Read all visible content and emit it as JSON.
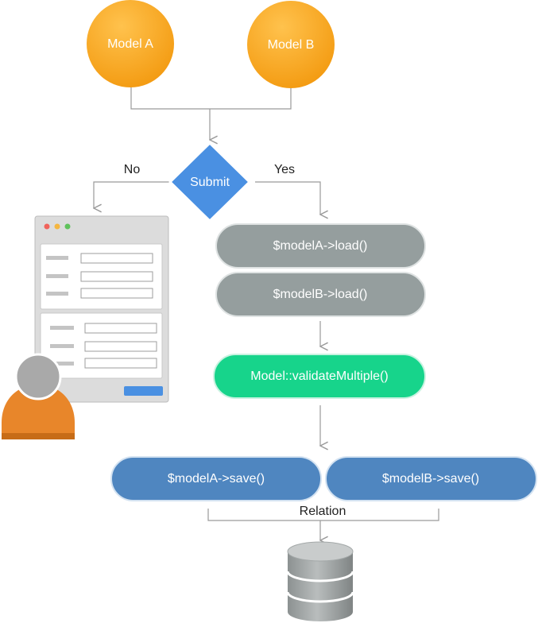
{
  "nodes": {
    "model_a": "Model A",
    "model_b": "Model B",
    "submit": "Submit",
    "load_a": "$modelA->load()",
    "load_b": "$modelB->load()",
    "validate": "Model::validateMultiple()",
    "save_a": "$modelA->save()",
    "save_b": "$modelB->save()"
  },
  "edges": {
    "no": "No",
    "yes": "Yes",
    "relation": "Relation"
  },
  "colors": {
    "model_orange": "#f7a21b",
    "submit_blue": "#4a90e2",
    "load_gray": "#959e9e",
    "validate_green": "#17d48b",
    "save_blue": "#4f86c0",
    "person_orange": "#e8862a",
    "database_gray": "#9ea3a3"
  },
  "icons": {
    "form": "browser-form-window-icon",
    "user": "user-avatar-icon",
    "database": "database-icon"
  }
}
